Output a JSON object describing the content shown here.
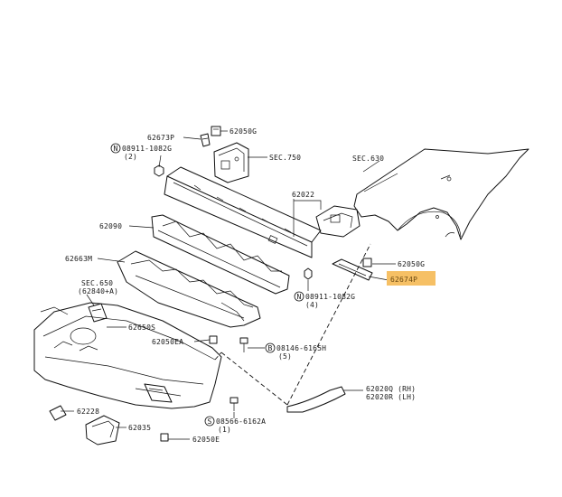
{
  "colors": {
    "line": "#111111",
    "highlight": "#f6c065",
    "highlight_text": "#6b4a12"
  },
  "labels": {
    "p62673P": "62673P",
    "p62050G_top": "62050G",
    "n08911_top": "08911-1082G",
    "qty_top": "(2)",
    "sec750": "SEC.750",
    "sec630": "SEC.630",
    "p62022": "62022",
    "p62090": "62090",
    "p62663M": "62663M",
    "sec650": "SEC.650",
    "sec650_sub": "(62840+A)",
    "p62650S": "62650S",
    "p62050EA": "62050EA",
    "p62050G_right": "62050G",
    "p62674P": "62674P",
    "n08911_bottom": "08911-1082G",
    "qty_bottom": "(4)",
    "b08146": "08146-6165H",
    "qty_5": "(5)",
    "p62020Q": "62020Q (RH)",
    "p62020R": "62020R (LH)",
    "p62228": "62228",
    "p62035": "62035",
    "s08566": "08566-6162A",
    "qty_1": "(1)",
    "p62050E": "62050E"
  },
  "symbols": {
    "nut": "N",
    "bolt": "B",
    "screw": "S"
  }
}
